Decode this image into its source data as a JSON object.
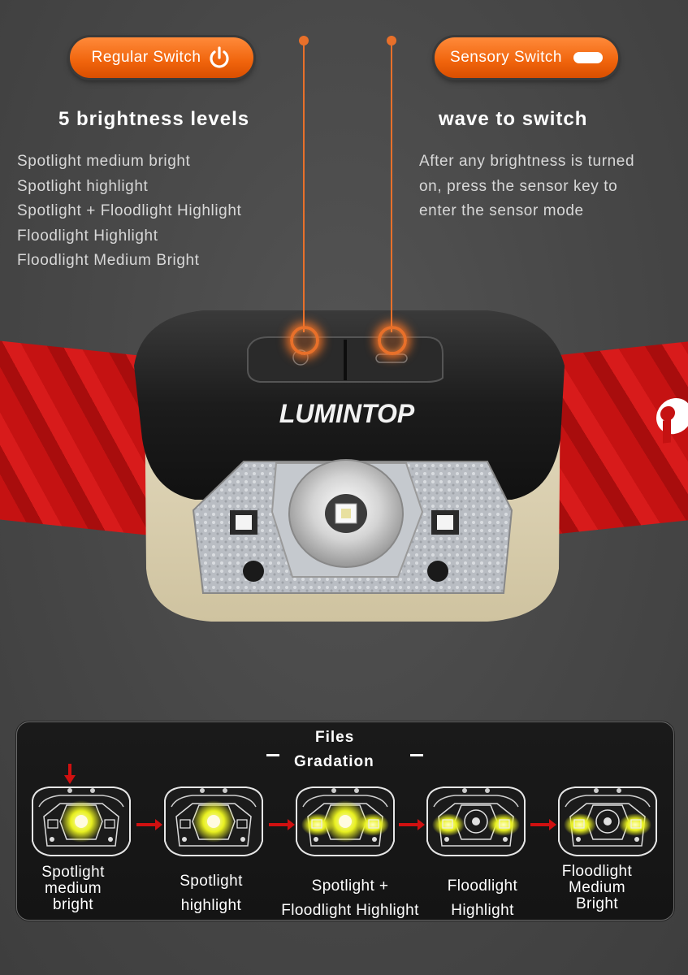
{
  "switches": {
    "regular": {
      "label": "Regular Switch",
      "icon": "power-icon"
    },
    "sensory": {
      "label": "Sensory Switch",
      "icon": "oval-icon"
    }
  },
  "left_section": {
    "title": "5 brightness levels",
    "levels": [
      "Spotlight medium bright",
      "Spotlight highlight",
      "Spotlight + Floodlight Highlight",
      "Floodlight Highlight",
      "Floodlight Medium Bright"
    ]
  },
  "right_section": {
    "title": "wave to switch",
    "lines": [
      "After any brightness is turned",
      "on, press the sensor key to",
      "enter the sensor mode"
    ]
  },
  "product": {
    "brand": "LUMINTOP"
  },
  "gradation": {
    "title_line1": "Files",
    "title_line2": "Gradation",
    "modes": [
      {
        "lines": [
          "Spotlight",
          "medium",
          "bright"
        ],
        "spot": true,
        "flood": false
      },
      {
        "lines": [
          "Spotlight",
          "highlight"
        ],
        "spot": true,
        "flood": false
      },
      {
        "lines": [
          "Spotlight +",
          "Floodlight Highlight"
        ],
        "spot": true,
        "flood": true
      },
      {
        "lines": [
          "Floodlight",
          "Highlight"
        ],
        "spot": false,
        "flood": true
      },
      {
        "lines": [
          "Floodlight",
          "Medium",
          "Bright"
        ],
        "spot": false,
        "flood": true
      }
    ]
  },
  "colors": {
    "accent": "#f0640c",
    "strap": "#c51212",
    "glow": "#e8f020"
  }
}
